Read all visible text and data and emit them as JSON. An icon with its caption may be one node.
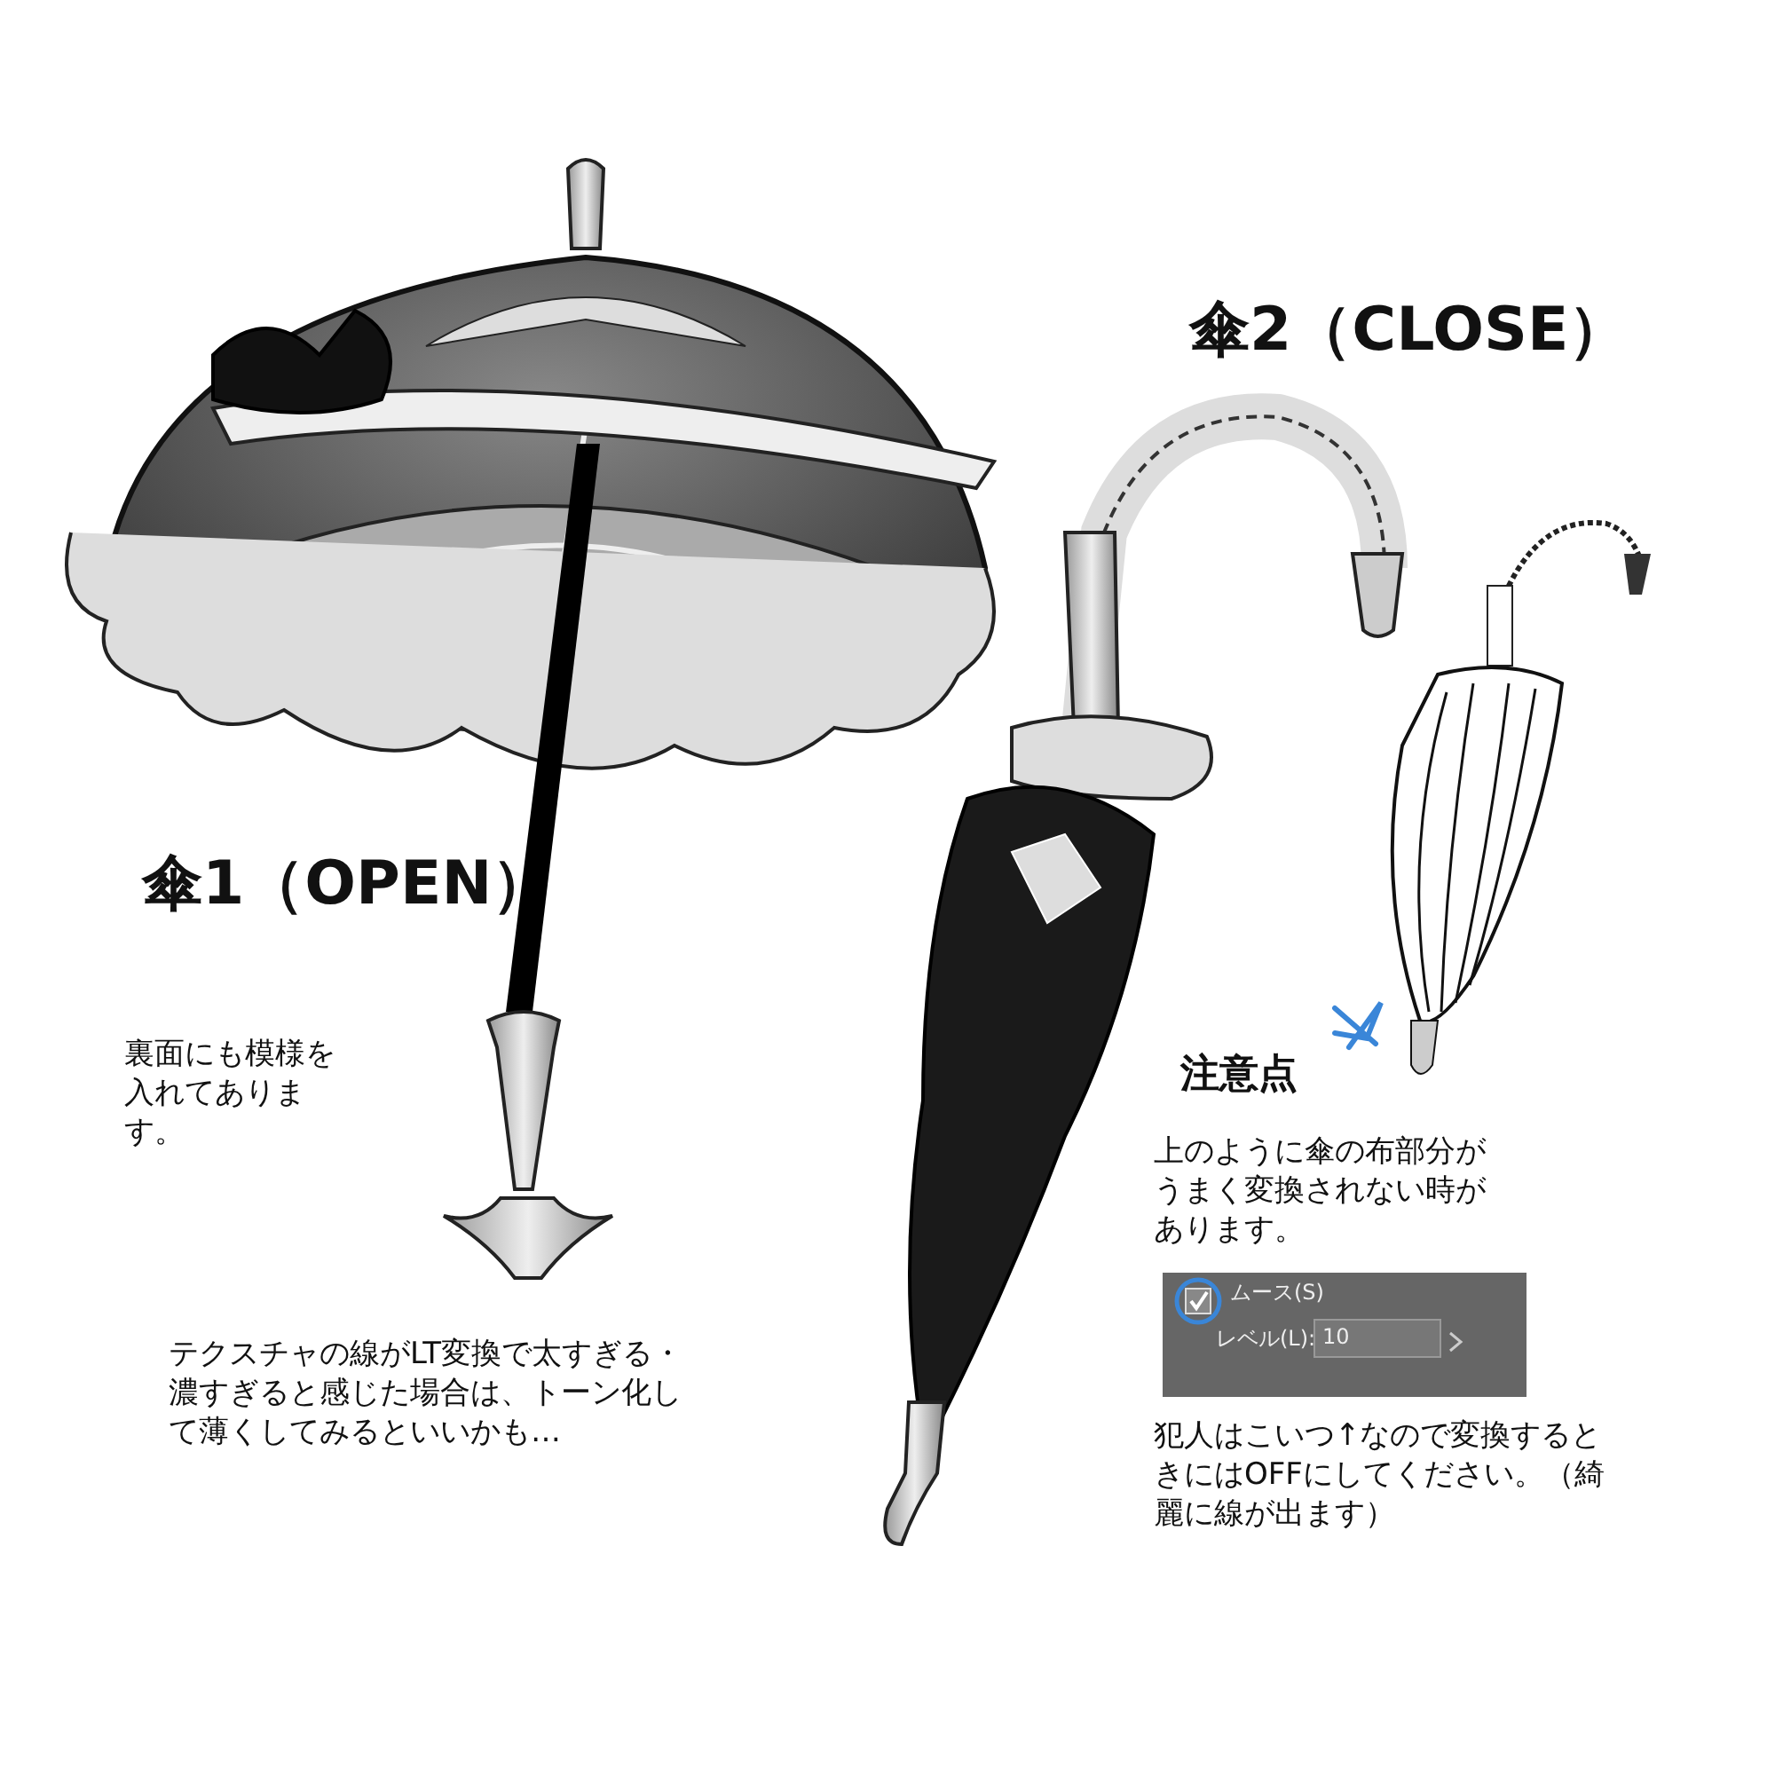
{
  "diagram": {
    "labels": [
      "傘2（CLOSE）",
      "傘1（OPEN）",
      "裏面にも模様を入れてあります。",
      "注意点",
      "上のように傘の布部分がうまく変換されない時があります。",
      "ムース(S)",
      "レベル(L):",
      "10",
      "テクスチャの線がLT変換で太すぎる・濃すぎると感じた場合は、トーン化して薄くしてみるといいかも…",
      "犯人はこいつ↑なので変換するときにはOFFにしてください。（綺麗に線が出ます）"
    ]
  }
}
